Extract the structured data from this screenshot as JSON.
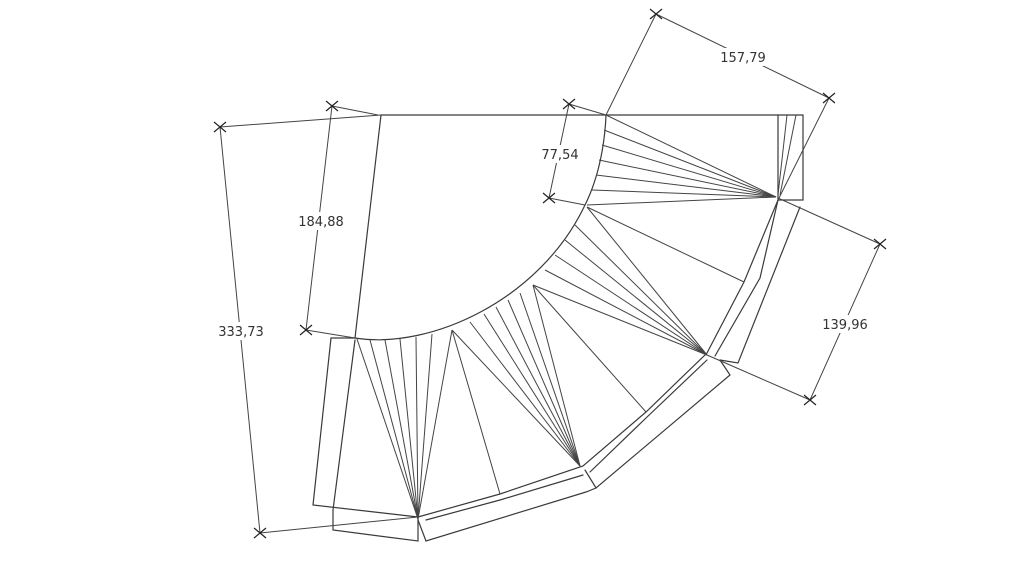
{
  "drawing": {
    "dimensions": [
      {
        "id": "overall-height",
        "label": "333,73"
      },
      {
        "id": "inner-radius",
        "label": "184,88"
      },
      {
        "id": "top-offset",
        "label": "77,54"
      },
      {
        "id": "top-width",
        "label": "157,79"
      },
      {
        "id": "landing-width",
        "label": "139,96"
      }
    ]
  }
}
